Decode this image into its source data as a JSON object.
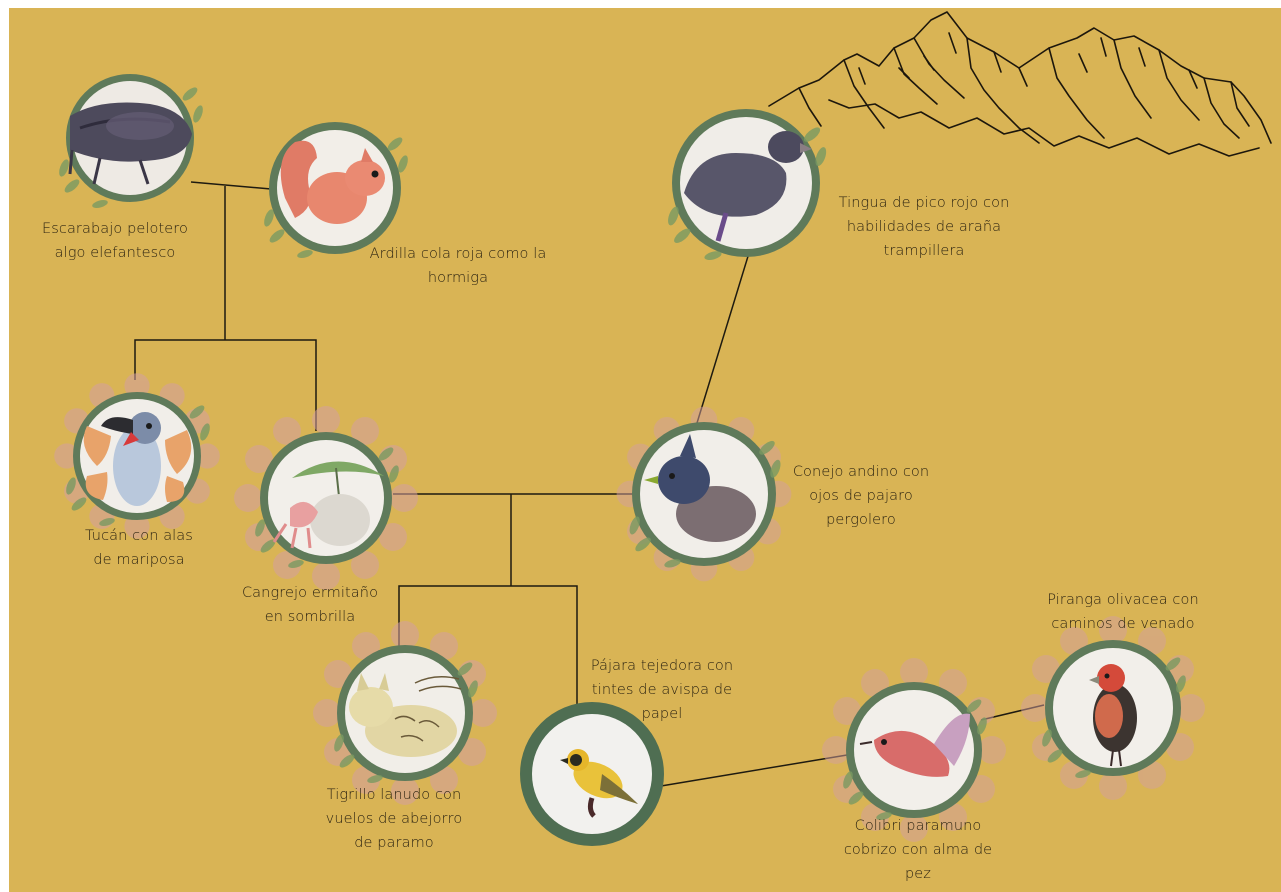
{
  "nodes": [
    {
      "id": "escarabajo",
      "label_lines": [
        "Escarabajo pelotero",
        "algo elefantesco"
      ],
      "animal_icon": "beetle-illustration",
      "frame_color": "#5f7a5a"
    },
    {
      "id": "ardilla",
      "label_lines": [
        "Ardilla cola roja como la",
        "hormiga"
      ],
      "animal_icon": "squirrel-illustration",
      "frame_color": "#5f7a5a"
    },
    {
      "id": "tucan",
      "label_lines": [
        "Tucán con alas",
        "de mariposa"
      ],
      "animal_icon": "toucan-butterfly-illustration",
      "frame_color": "#5f7a5a"
    },
    {
      "id": "cangrejo",
      "label_lines": [
        "Cangrejo ermitaño",
        "en sombrilla"
      ],
      "animal_icon": "hermit-crab-illustration",
      "frame_color": "#5f7a5a"
    },
    {
      "id": "conejo",
      "label_lines": [
        "Conejo andino con",
        "ojos de pajaro",
        "pergolero"
      ],
      "animal_icon": "rabbit-illustration",
      "frame_color": "#5f7a5a"
    },
    {
      "id": "tingua",
      "label_lines": [
        "Tingua de pico rojo con",
        "habilidades de araña",
        "trampillera"
      ],
      "animal_icon": "gallinule-illustration",
      "frame_color": "#5f7a5a"
    },
    {
      "id": "tigrillo",
      "label_lines": [
        "Tigrillo lanudo con",
        "vuelos de abejorro",
        "de paramo"
      ],
      "animal_icon": "wildcat-illustration",
      "frame_color": "#5f7a5a"
    },
    {
      "id": "pajara",
      "label_lines": [
        "Pájara tejedora con",
        "tintes de avispa de",
        "papel"
      ],
      "animal_icon": "weaver-bird-illustration",
      "frame_color": "#4f6e52"
    },
    {
      "id": "colibri",
      "label_lines": [
        "Colibri paramuno",
        "cobrizo con alma de",
        "pez"
      ],
      "animal_icon": "fish-hummingbird-illustration",
      "frame_color": "#5f7a5a"
    },
    {
      "id": "piranga",
      "label_lines": [
        "Piranga olivacea con",
        "caminos de venado"
      ],
      "animal_icon": "tanager-illustration",
      "frame_color": "#5f7a5a"
    }
  ],
  "decoration": {
    "mountains_icon": "mountain-range-sketch"
  },
  "colors": {
    "background": "#d9b455",
    "line": "#1e1a10",
    "frame": "#5f7a5a",
    "petal": "#d4a0a0",
    "leaf": "#7a9a62"
  }
}
